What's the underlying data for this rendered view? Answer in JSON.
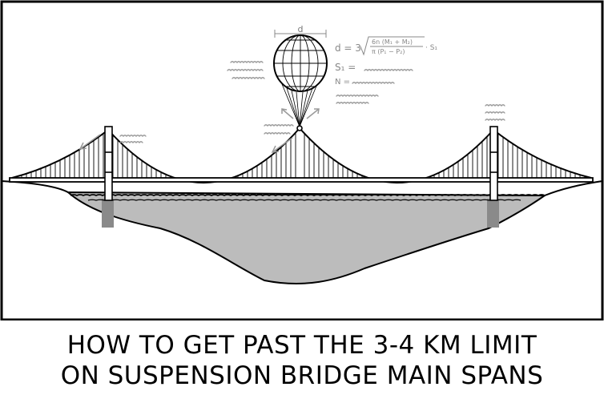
{
  "caption": {
    "line1": "HOW TO GET PAST THE 3-4 KM LIMIT",
    "line2": "ON SUSPENSION BRIDGE MAIN SPANS"
  },
  "annotations": {
    "diameter_label": "d",
    "formula_lhs": "d = 3",
    "formula_numer": "6n (M₁ + M₂)",
    "formula_denom": "π (P₁ − P₂)",
    "formula_tail": "· S₁",
    "var_s1": "S₁ =",
    "var_n": "N ="
  },
  "colors": {
    "ink": "#000000",
    "water": "#bcbcbc",
    "pier_shadow": "#8a8a8a",
    "scribble": "#9a9a9a",
    "background": "#ffffff"
  }
}
